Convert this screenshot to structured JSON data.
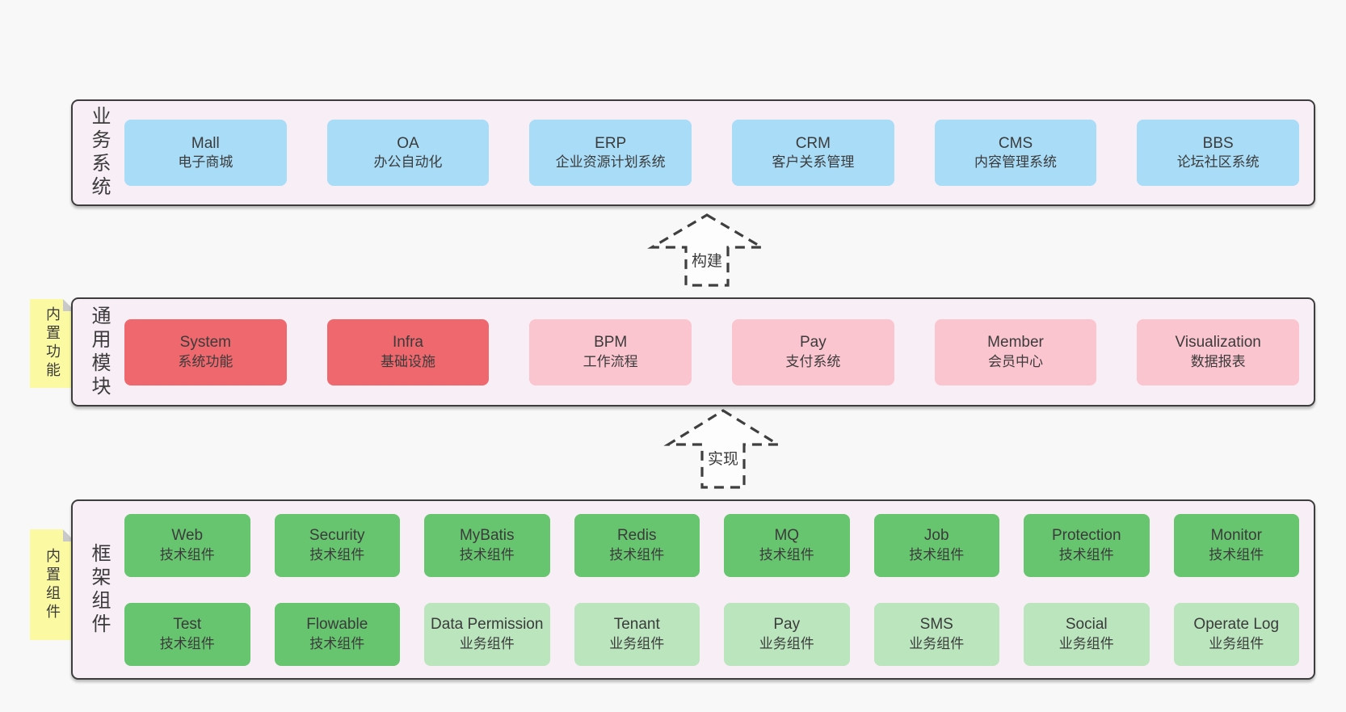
{
  "colors": {
    "page_bg": "#f8f8f8",
    "panel_bg": "#f8eef6",
    "panel_border": "#3d3d3d",
    "blue": "#a9dcf7",
    "red": "#ee686d",
    "pink": "#fbc5cf",
    "green_dark": "#67c46f",
    "green_light": "#bae5bd",
    "note_yellow": "#fbfaa3",
    "note_fold_gray": "#c9c9c9",
    "text": "#3b3b3b"
  },
  "notes": [
    {
      "text": "内置功能"
    },
    {
      "text": "内置组件"
    }
  ],
  "arrows": [
    {
      "label": "构建"
    },
    {
      "label": "实现"
    }
  ],
  "layers": [
    {
      "label": "业务系统",
      "boxes": [
        {
          "en": "Mall",
          "zh": "电子商城"
        },
        {
          "en": "OA",
          "zh": "办公自动化"
        },
        {
          "en": "ERP",
          "zh": "企业资源计划系统"
        },
        {
          "en": "CRM",
          "zh": "客户关系管理"
        },
        {
          "en": "CMS",
          "zh": "内容管理系统"
        },
        {
          "en": "BBS",
          "zh": "论坛社区系统"
        }
      ]
    },
    {
      "label": "通用模块",
      "boxes": [
        {
          "en": "System",
          "zh": "系统功能"
        },
        {
          "en": "Infra",
          "zh": "基础设施"
        },
        {
          "en": "BPM",
          "zh": "工作流程"
        },
        {
          "en": "Pay",
          "zh": "支付系统"
        },
        {
          "en": "Member",
          "zh": "会员中心"
        },
        {
          "en": "Visualization",
          "zh": "数据报表"
        }
      ]
    },
    {
      "label": "框架组件",
      "boxes": [
        {
          "en": "Web",
          "zh": "技术组件"
        },
        {
          "en": "Security",
          "zh": "技术组件"
        },
        {
          "en": "MyBatis",
          "zh": "技术组件"
        },
        {
          "en": "Redis",
          "zh": "技术组件"
        },
        {
          "en": "MQ",
          "zh": "技术组件"
        },
        {
          "en": "Job",
          "zh": "技术组件"
        },
        {
          "en": "Protection",
          "zh": "技术组件"
        },
        {
          "en": "Monitor",
          "zh": "技术组件"
        },
        {
          "en": "Test",
          "zh": "技术组件"
        },
        {
          "en": "Flowable",
          "zh": "技术组件"
        },
        {
          "en": "Data Permission",
          "zh": "业务组件"
        },
        {
          "en": "Tenant",
          "zh": "业务组件"
        },
        {
          "en": "Pay",
          "zh": "业务组件"
        },
        {
          "en": "SMS",
          "zh": "业务组件"
        },
        {
          "en": "Social",
          "zh": "业务组件"
        },
        {
          "en": "Operate Log",
          "zh": "业务组件"
        }
      ]
    }
  ]
}
